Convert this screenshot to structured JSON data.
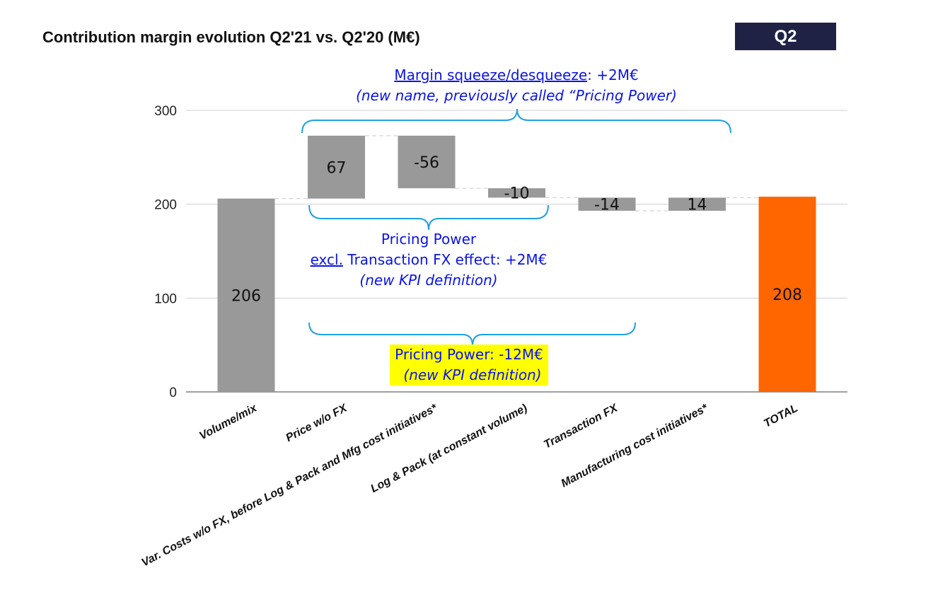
{
  "title": "Contribution margin evolution Q2'21 vs. Q2'20 (M€)",
  "period_badge": "Q2",
  "colors": {
    "bar": "#999999",
    "total": "#ff6600",
    "annotation": "#0a14e6",
    "brace": "#1ea0e0",
    "highlight": "#ffff00"
  },
  "chart_data": {
    "type": "waterfall",
    "title": "Contribution margin evolution Q2'21 vs. Q2'20 (M€)",
    "categories": [
      "Volume/mix",
      "Price w/o FX",
      "Var. Costs w/o FX, before Log & Pack and Mfg cost initiatives*",
      "Log & Pack (at constant volume)",
      "Transaction FX",
      "Manufacturing cost initiatives*",
      "TOTAL"
    ],
    "values": [
      206,
      67,
      -56,
      -10,
      -14,
      14,
      208
    ],
    "labels": [
      "206",
      "67",
      "-56",
      "-10",
      "-14",
      "14",
      "208"
    ],
    "kinds": [
      "total",
      "delta",
      "delta",
      "delta",
      "delta",
      "delta",
      "total"
    ],
    "ylim": [
      0,
      300
    ],
    "yticks": [
      "0",
      "100",
      "200",
      "300"
    ],
    "grid": true
  },
  "annotations": {
    "margin_squeeze": {
      "link": "Margin squeeze/desqueeze",
      "value": ": +2M€",
      "note": "(new name, previously called “Pricing Power)"
    },
    "pricing_power_excl": {
      "line1": "Pricing Power",
      "link": "excl.",
      "line2": " Transaction FX effect: +2M€",
      "note": "(new KPI definition)"
    },
    "pricing_power": {
      "line1": "Pricing Power: -12M€",
      "note": "(new KPI definition)"
    }
  }
}
